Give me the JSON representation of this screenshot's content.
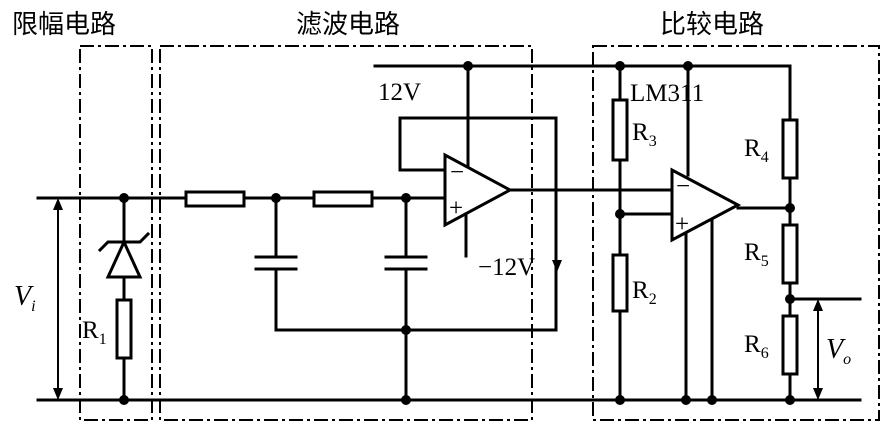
{
  "sections": {
    "limiter": "限幅电路",
    "filter": "滤波电路",
    "comparator": "比较电路"
  },
  "supply": {
    "positive": "12V",
    "negative": "−12V"
  },
  "chip": "LM311",
  "resistors": {
    "r1": {
      "main": "R",
      "sub": "1"
    },
    "r2": {
      "main": "R",
      "sub": "2"
    },
    "r3": {
      "main": "R",
      "sub": "3"
    },
    "r4": {
      "main": "R",
      "sub": "4"
    },
    "r5": {
      "main": "R",
      "sub": "5"
    },
    "r6": {
      "main": "R",
      "sub": "6"
    }
  },
  "ports": {
    "input": {
      "main": "V",
      "sub": "i"
    },
    "output": {
      "main": "V",
      "sub": "o"
    }
  },
  "opamp_signs": {
    "minus": "−",
    "plus": "+"
  }
}
